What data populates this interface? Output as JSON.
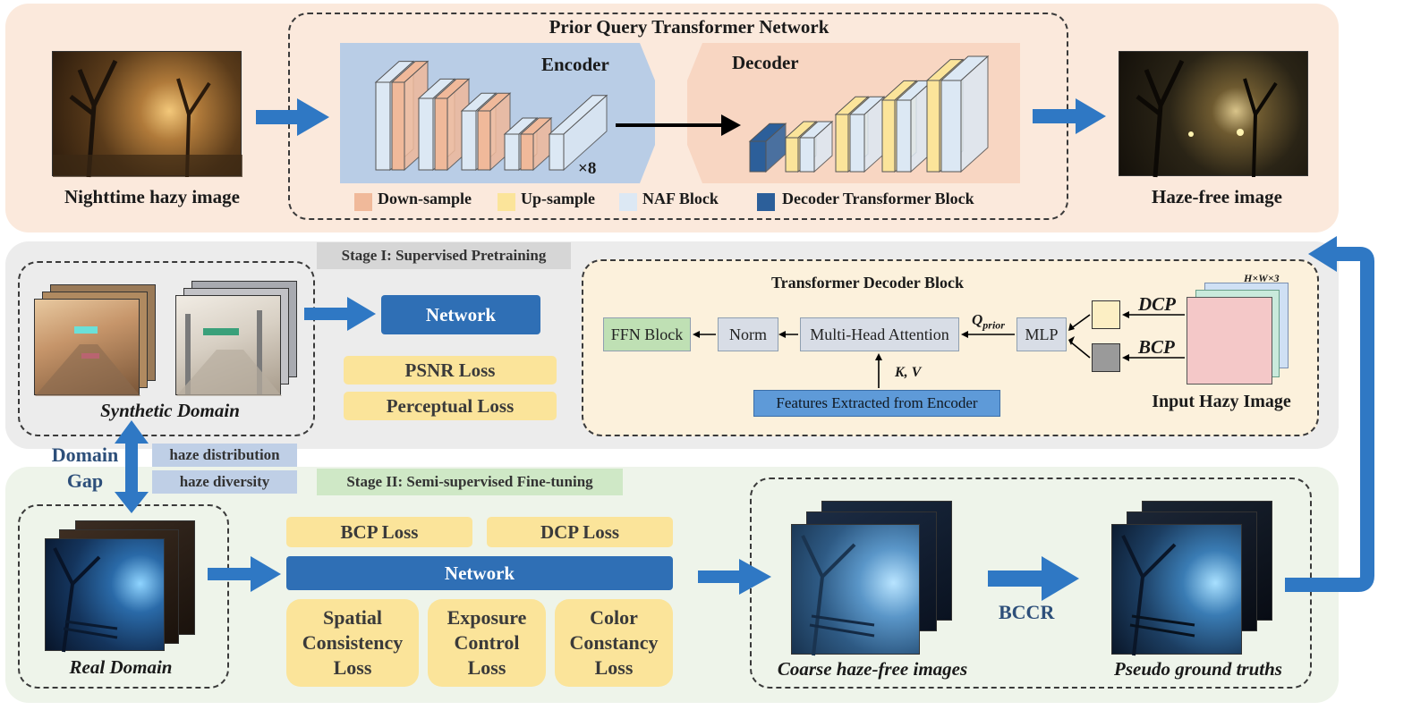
{
  "colors": {
    "top_panel": "#fbe9dc",
    "stage1_panel": "#ececec",
    "stage2_panel": "#eef4ea",
    "arrow_blue": "#2f78c4",
    "network_blue": "#2f6fb5",
    "loss_yellow": "#fbe49a",
    "down_sample": "#f0b99a",
    "up_sample": "#fbe49a",
    "naf_block": "#dce8f4",
    "decoder_transformer": "#2c5f9a",
    "encoder_bg": "#b9cde6",
    "decoder_bg": "#f8d6c2"
  },
  "top": {
    "title": "Prior Query Transformer Network",
    "encoder_label": "Encoder",
    "decoder_label": "Decoder",
    "repeat_label": "×8",
    "input_caption": "Nighttime hazy image",
    "output_caption": "Haze-free image",
    "legend": [
      {
        "label": "Down-sample",
        "color": "#f0b99a"
      },
      {
        "label": "Up-sample",
        "color": "#fbe49a"
      },
      {
        "label": "NAF Block",
        "color": "#dce8f4"
      },
      {
        "label": "Decoder Transformer Block",
        "color": "#2c5f9a"
      }
    ]
  },
  "stage1": {
    "title": "Stage I: Supervised Pretraining",
    "synthetic_caption": "Synthetic Domain",
    "network_label": "Network",
    "losses": [
      "PSNR Loss",
      "Perceptual Loss"
    ],
    "decoder_block": {
      "title": "Transformer Decoder Block",
      "ffn": "FFN Block",
      "norm": "Norm",
      "mha": "Multi-Head Attention",
      "mlp": "MLP",
      "features": "Features Extracted from Encoder",
      "q_label": "Q",
      "q_sub": "prior",
      "kv_label": "K, V",
      "dcp": "DCP",
      "bcp": "BCP",
      "dims": "H×W×3",
      "input_caption": "Input Hazy Image"
    }
  },
  "gap": {
    "title_line1": "Domain",
    "title_line2": "Gap",
    "tags": [
      "haze distribution",
      "haze diversity"
    ]
  },
  "stage2": {
    "title": "Stage II: Semi-supervised Fine-tuning",
    "real_caption": "Real Domain",
    "network_label": "Network",
    "losses_top": [
      "BCP Loss",
      "DCP Loss"
    ],
    "losses_bottom": [
      "Spatial\nConsistency\nLoss",
      "Exposure\nControl\nLoss",
      "Color\nConstancy\nLoss"
    ],
    "coarse_caption": "Coarse haze-free images",
    "bccr_label": "BCCR",
    "pseudo_caption": "Pseudo ground truths"
  }
}
